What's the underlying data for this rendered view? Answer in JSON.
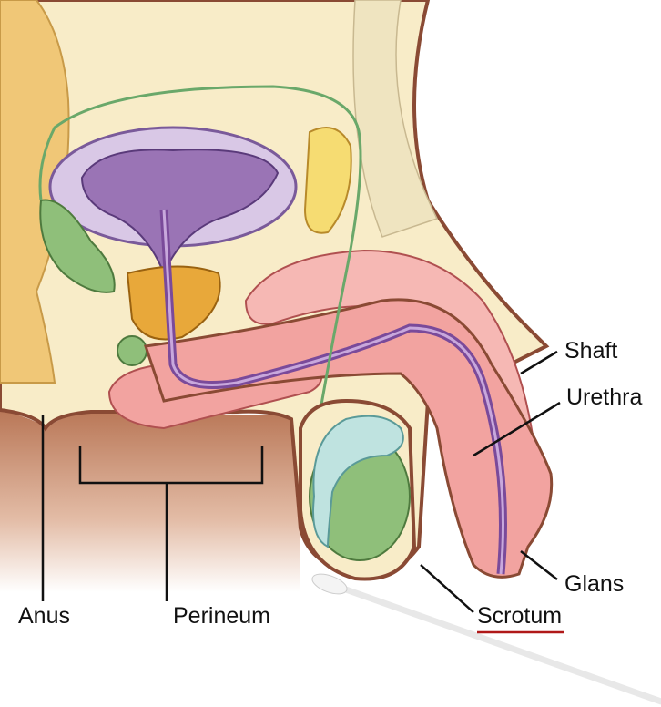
{
  "diagram": {
    "labels": {
      "shaft": "Shaft",
      "urethra": "Urethra",
      "glans": "Glans",
      "scrotum": "Scrotum",
      "anus": "Anus",
      "perineum": "Perineum"
    },
    "highlighted_label": "scrotum",
    "colors": {
      "skin": "#f8ecc8",
      "outline": "#8a4a34",
      "body_shadow": "#c9896a",
      "bladder": "#b79ac9",
      "erectile": "#f2a3a0",
      "testis": "#8fbf7a",
      "epididymis": "#bfe3e0",
      "prostate": "#e8a83a",
      "vas_deferens": "#8dc48a",
      "highlight_underline": "#b01818"
    }
  }
}
